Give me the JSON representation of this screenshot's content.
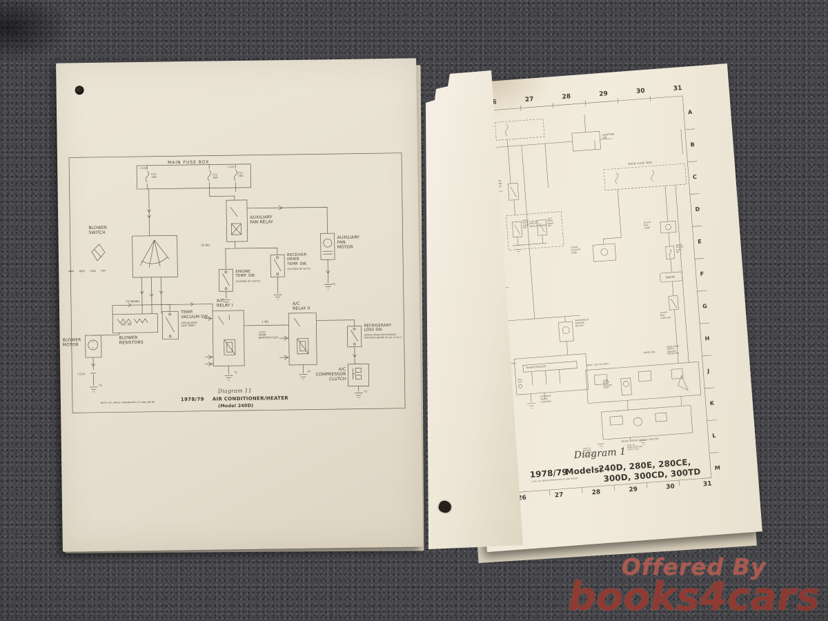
{
  "watermark": {
    "line1": "Offered By",
    "line2": "books4cars",
    "color_line1": "#aa5a50",
    "color_line2": "#8e3b33"
  },
  "left_page": {
    "main_fuse_box": {
      "label": "MAIN  FUSE  BOX",
      "plus_left": "+12V",
      "plus_right": "+12V",
      "fuse_1": "F10\n16A",
      "fuse_2": "F12\n16A",
      "fuse_3": "F11\n16A"
    },
    "labels": {
      "blower_switch": "BLOWER\nSWITCH",
      "switch_positions": "MAX   MED   LOW   OFF",
      "blower_resistors": "BLOWER\nRESISTORS",
      "resistor_values": ".6Ω   .4Ω",
      "blower_motor": "BLOWER\nMOTOR",
      "connector": "C134",
      "gnd": "T2",
      "auxiliary_fan_relay": "AUXILIARY\nFAN RELAY",
      "auxiliary_fan_motor": "AUXILIARY\nFAN\nMOTOR",
      "engine_temp_sw": "ENGINE\nTEMP. SW.",
      "engine_temp_note": "(CLOSES AT 100°C)",
      "receiver_drier_temp_sw": "RECEIVER\nDRIER\nTEMP. SW.",
      "receiver_drier_note": "(CLOSES AT 62°C)",
      "ac_relay_1": "A/C\nRELAY I",
      "ac_relay_2": "A/C\nRELAY II",
      "temp_vacuum_sw": "TEMP.\nVACUUM SW.",
      "temp_vacuum_note": "(REGULATES\nCAR TEMP.)",
      "refrigerant_loss_sw": "REFRIGERANT\nLOSS SW.",
      "refrigerant_note": "(OPENS WHEN REFRIGERANT\nPRESSURE BELOW 28 psi (2 bar))",
      "ac_compressor_clutch": "A/C\nCOMPRESSOR\nCLUTCH",
      "adapter_plug_note": "+12V\nFROM\nADAPTER PLUG",
      "wire_bk_bu": ".75 BK/BU",
      "wire_bu": ".75 BU",
      "wire_1bu": "1 BU"
    },
    "title_block": {
      "diagram": "Diagram 11",
      "year": "1978/79",
      "title": "AIR CONDITIONER/HEATER",
      "model": "(Model 240D)"
    },
    "footnote": "NOTE:  ALL WIRES TERMINATING AT GND ARE BR"
  },
  "right_page": {
    "grid_columns": [
      "26",
      "27",
      "28",
      "29",
      "30",
      "31"
    ],
    "grid_rows": [
      "A",
      "B",
      "C",
      "D",
      "E",
      "F",
      "G",
      "H",
      "J",
      "K",
      "L",
      "M"
    ],
    "labels": {
      "ignition_sw": "IGNITION\nSW",
      "main_fuse_box": "MAIN FUSE BOX",
      "fuse_note": "+12V IN\nFUSE #1\n(MAIN FUSE BOX)",
      "rear_dome_lamp_sw": "REAR\nDOME\nLAMP\nSW",
      "right_rear_door_sw": "RIGHT\nREAR\nDOOR\nSW",
      "left_rear_door_sw": "LEFT\nREAR\nDOOR\nSW",
      "glove_box_lamp": "GLOVE\nBOX\nLAMP",
      "glove_box_lamp_sw": "GLOVE\nBOX\nLAMP SW.",
      "radio_fuse": "RADIO\nIN-LINE\nFUSE\n8A",
      "radio": "RADIO",
      "cigar_lighter_lamp": "CIGAR\nLIGHTER\nLAMP",
      "windshield_washer_motor": "WINDSHIELD\nWASHER\nMOTOR",
      "transistorized": "TRANSISTORIZED",
      "interval_wiper_control": "INTERVAL\nWIPER\nCONTROL",
      "wiper_sw": "WIPER SW.",
      "mod_300td_only": "(MOD. 300 TD ONLY)",
      "rear_door_wiper_washer_sw": "REAR DOOR\nWIPER /\nWASHER\nMOTOR SW.",
      "rear_door_washer_pump": "REAR\nDOOR\nWASHER\nPUMP",
      "rear_door_wiper_motor": "REAR  DOOR  WIPER  MOTOR",
      "gnd_license_plate": "GND TO\nLICENSE\nPLATE LAMP\n(DIAG 20-E)",
      "gnd_rear_door": "GND TO\nREAR DOOR SW.\n(DIAG 21-E)"
    },
    "title_block": {
      "diagram": "Diagram 1",
      "year": "1978/79",
      "models_label": "Models:",
      "models_line1": "240D, 280E, 280CE,",
      "models_line2": "300D, 300CD, 300TD"
    },
    "footnote": "NOTE:  ALL WIRES TERMINATING AT GND ARE BR"
  }
}
